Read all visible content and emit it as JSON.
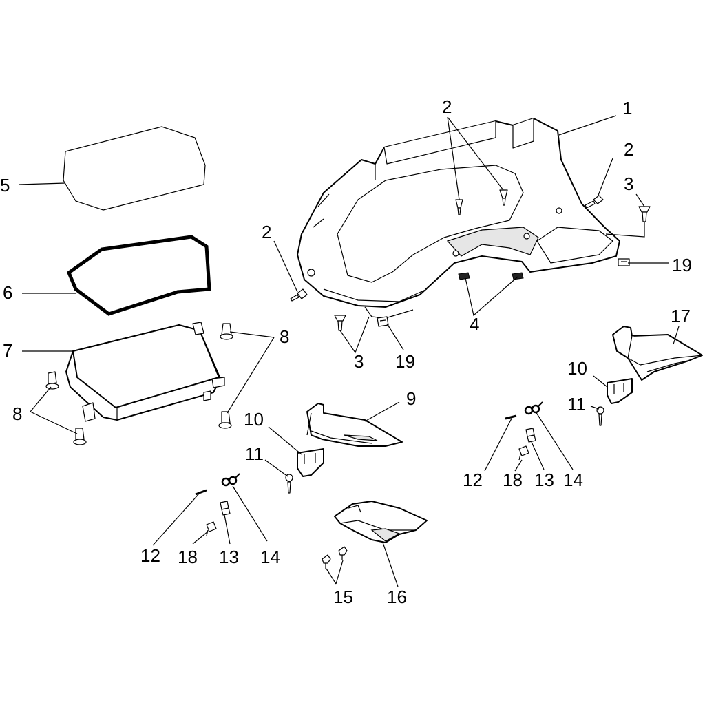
{
  "callouts": [
    {
      "id": "c1",
      "label": "1"
    },
    {
      "id": "c2a",
      "label": "2"
    },
    {
      "id": "c2b",
      "label": "2"
    },
    {
      "id": "c2c",
      "label": "2"
    },
    {
      "id": "c3a",
      "label": "3"
    },
    {
      "id": "c3b",
      "label": "3"
    },
    {
      "id": "c4",
      "label": "4"
    },
    {
      "id": "c5",
      "label": "5"
    },
    {
      "id": "c6",
      "label": "6"
    },
    {
      "id": "c7",
      "label": "7"
    },
    {
      "id": "c8a",
      "label": "8"
    },
    {
      "id": "c8b",
      "label": "8"
    },
    {
      "id": "c9",
      "label": "9"
    },
    {
      "id": "c10a",
      "label": "10"
    },
    {
      "id": "c10b",
      "label": "10"
    },
    {
      "id": "c11a",
      "label": "11"
    },
    {
      "id": "c11b",
      "label": "11"
    },
    {
      "id": "c12a",
      "label": "12"
    },
    {
      "id": "c12b",
      "label": "12"
    },
    {
      "id": "c13a",
      "label": "13"
    },
    {
      "id": "c13b",
      "label": "13"
    },
    {
      "id": "c14a",
      "label": "14"
    },
    {
      "id": "c14b",
      "label": "14"
    },
    {
      "id": "c15",
      "label": "15"
    },
    {
      "id": "c16",
      "label": "16"
    },
    {
      "id": "c17",
      "label": "17"
    },
    {
      "id": "c18a",
      "label": "18"
    },
    {
      "id": "c18b",
      "label": "18"
    },
    {
      "id": "c19a",
      "label": "19"
    },
    {
      "id": "c19b",
      "label": "19"
    }
  ],
  "colors": {
    "line": "#000000",
    "background": "#ffffff",
    "shade": "#e6e6e6"
  }
}
